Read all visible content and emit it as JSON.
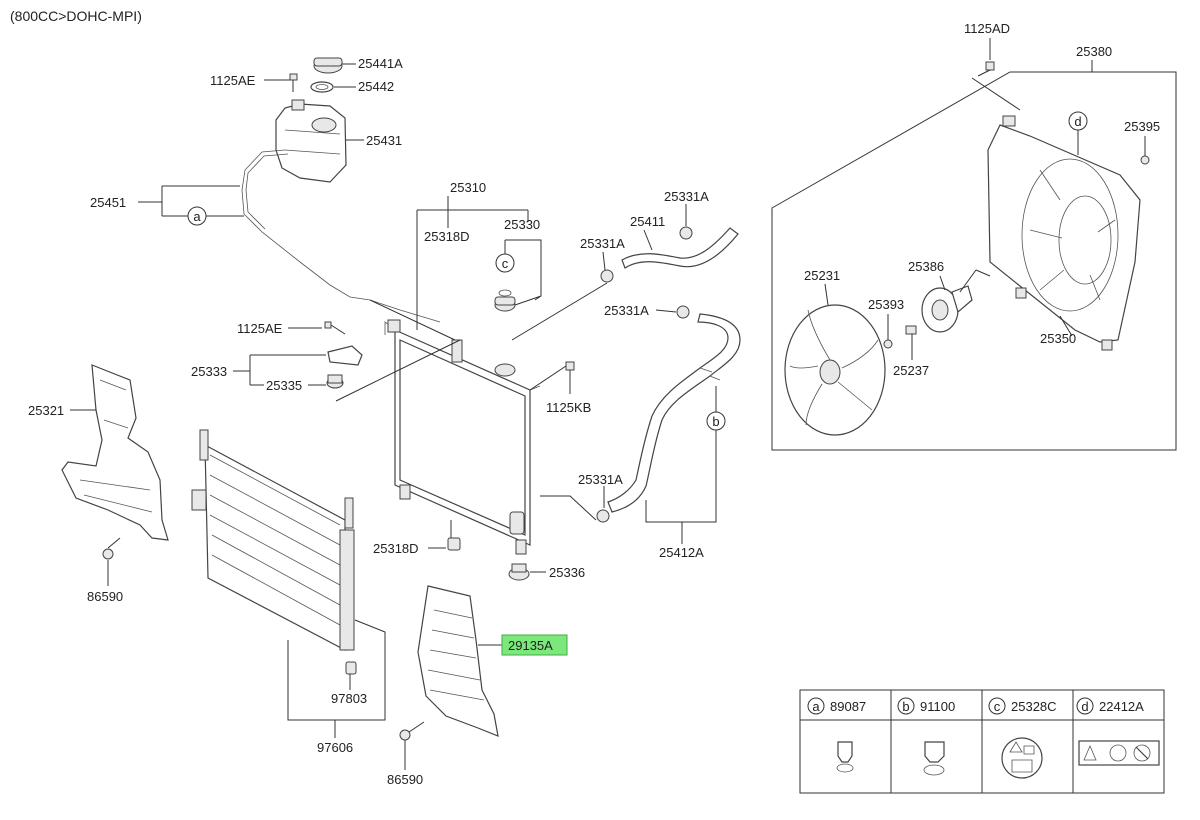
{
  "header": {
    "text": "(800CC>DOHC-MPI)"
  },
  "highlight_color": "#7CE87C",
  "labels": {
    "p25441A": "25441A",
    "p1125AE_top": "1125AE",
    "p25442": "25442",
    "p25431": "25431",
    "p25451": "25451",
    "p25310": "25310",
    "p25318D_top": "25318D",
    "p25330": "25330",
    "p25331A_1": "25331A",
    "p25411": "25411",
    "p25331A_2": "25331A",
    "p25331A_3": "25331A",
    "p25331A_4": "25331A",
    "p1125AE_mid": "1125AE",
    "p25333": "25333",
    "p25335": "25335",
    "p25321": "25321",
    "p1125KB": "1125KB",
    "p25318D_bot": "25318D",
    "p25336": "25336",
    "p25412A": "25412A",
    "p86590_left": "86590",
    "p29135A": "29135A",
    "p97803": "97803",
    "p97606": "97606",
    "p86590_bot": "86590",
    "p1125AD": "1125AD",
    "p25380": "25380",
    "p25395": "25395",
    "p25231": "25231",
    "p25386": "25386",
    "p25393": "25393",
    "p25237": "25237",
    "p25350": "25350"
  },
  "callouts": {
    "a": "a",
    "b": "b",
    "c": "c",
    "d": "d"
  },
  "legend": [
    {
      "letter": "a",
      "part": "89087"
    },
    {
      "letter": "b",
      "part": "91100"
    },
    {
      "letter": "c",
      "part": "25328C"
    },
    {
      "letter": "d",
      "part": "22412A"
    }
  ]
}
